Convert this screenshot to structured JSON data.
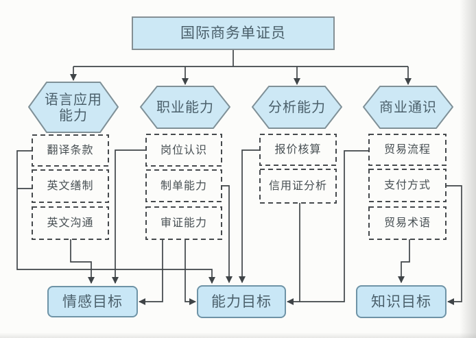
{
  "title": "国际商务单证员",
  "branches": [
    {
      "label": "语言应用能力",
      "line1": "语言应用",
      "line2": "能力",
      "items": [
        "翻译条款",
        "英文缮制",
        "英文沟通"
      ]
    },
    {
      "label": "职业能力",
      "items": [
        "岗位认识",
        "制单能力",
        "审证能力"
      ]
    },
    {
      "label": "分析能力",
      "items": [
        "报价核算",
        "信用证分析"
      ]
    },
    {
      "label": "商业通识",
      "items": [
        "贸易流程",
        "支付方式",
        "贸易术语"
      ]
    }
  ],
  "goals": [
    "情感目标",
    "能力目标",
    "知识目标"
  ],
  "edges": [
    {
      "from": "国际商务单证员",
      "to": "语言应用能力"
    },
    {
      "from": "国际商务单证员",
      "to": "职业能力"
    },
    {
      "from": "国际商务单证员",
      "to": "分析能力"
    },
    {
      "from": "国际商务单证员",
      "to": "商业通识"
    },
    {
      "from": "翻译条款",
      "to": "能力目标"
    },
    {
      "from": "英文缮制",
      "to": "能力目标"
    },
    {
      "from": "英文沟通",
      "to": "情感目标"
    },
    {
      "from": "岗位认识",
      "to": "情感目标"
    },
    {
      "from": "制单能力",
      "to": "能力目标"
    },
    {
      "from": "审证能力",
      "to": "情感目标"
    },
    {
      "from": "审证能力",
      "to": "能力目标"
    },
    {
      "from": "报价核算",
      "to": "能力目标"
    },
    {
      "from": "信用证分析",
      "to": "能力目标"
    },
    {
      "from": "贸易流程",
      "to": "能力目标"
    },
    {
      "from": "贸易术语",
      "to": "知识目标"
    },
    {
      "from": "支付方式",
      "to": "知识目标"
    }
  ],
  "colors": {
    "node_fill": "#cce8f5",
    "node_border": "#7f9097",
    "goal_border": "#6e93a6",
    "dashed_border": "#45494c",
    "connector": "#3f4447",
    "label_text": "#4a5f6a",
    "background": "#fcfcfa"
  }
}
